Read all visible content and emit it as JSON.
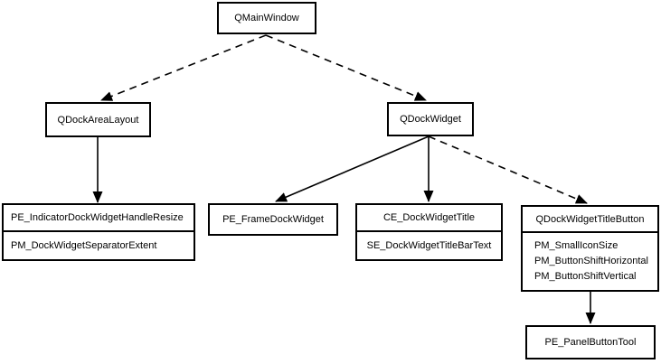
{
  "colors": {
    "background": "#ffffff",
    "line": "#000000",
    "text": "#000000"
  },
  "nodes": {
    "qmainwindow": {
      "label": "QMainWindow"
    },
    "qdockarealayout": {
      "label": "QDockAreaLayout"
    },
    "qdockwidget": {
      "label": "QDockWidget"
    },
    "dock_separator": {
      "title": "PE_IndicatorDockWidgetHandleResize",
      "items": [
        "PM_DockWidgetSeparatorExtent"
      ]
    },
    "frame": {
      "label": "PE_FrameDockWidget"
    },
    "dock_title": {
      "title": "CE_DockWidgetTitle",
      "items": [
        "SE_DockWidgetTitleBarText"
      ]
    },
    "title_button": {
      "title": "QDockWidgetTitleButton",
      "items": [
        "PM_SmallIconSize",
        "PM_ButtonShiftHorizontal",
        "PM_ButtonShiftVertical"
      ]
    },
    "panel_button": {
      "label": "PE_PanelButtonTool"
    }
  },
  "edges": [
    {
      "from": "QMainWindow",
      "to": "QDockAreaLayout",
      "style": "dashed"
    },
    {
      "from": "QMainWindow",
      "to": "QDockWidget",
      "style": "dashed"
    },
    {
      "from": "QDockAreaLayout",
      "to": "PE_IndicatorDockWidgetHandleResize",
      "style": "solid"
    },
    {
      "from": "QDockWidget",
      "to": "PE_FrameDockWidget",
      "style": "solid"
    },
    {
      "from": "QDockWidget",
      "to": "CE_DockWidgetTitle",
      "style": "solid"
    },
    {
      "from": "QDockWidget",
      "to": "QDockWidgetTitleButton",
      "style": "dashed"
    },
    {
      "from": "QDockWidgetTitleButton",
      "to": "PE_PanelButtonTool",
      "style": "solid"
    }
  ]
}
